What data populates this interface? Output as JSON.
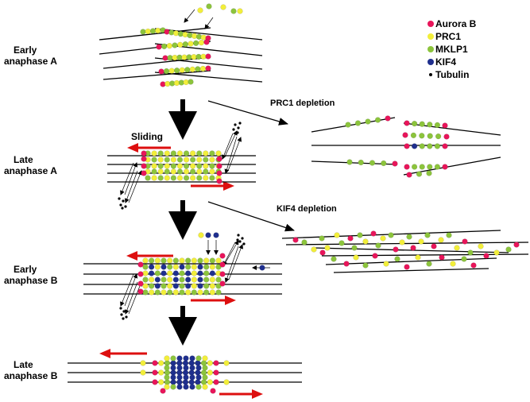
{
  "colors": {
    "aurora_b": "#e8155a",
    "prc1": "#f2ee3a",
    "mklp1": "#8cc43c",
    "kif4": "#1f2f8e",
    "tubulin": "#000000",
    "sliding_arrow": "#dd0f0f"
  },
  "legend": [
    {
      "key": "aurora_b",
      "label": "Aurora B"
    },
    {
      "key": "prc1",
      "label": "PRC1"
    },
    {
      "key": "mklp1",
      "label": "MKLP1"
    },
    {
      "key": "kif4",
      "label": "KIF4"
    },
    {
      "key": "tubulin",
      "label": "Tubulin"
    }
  ],
  "stages": {
    "early_a": [
      "Early",
      "anaphase A"
    ],
    "late_a": [
      "Late",
      "anaphase A"
    ],
    "early_b": [
      "Early",
      "anaphase B"
    ],
    "late_b": [
      "Late",
      "anaphase B"
    ]
  },
  "labels": {
    "sliding": "Sliding",
    "prc1_depletion": "PRC1 depletion",
    "kif4_depletion": "KIF4 depletion"
  }
}
